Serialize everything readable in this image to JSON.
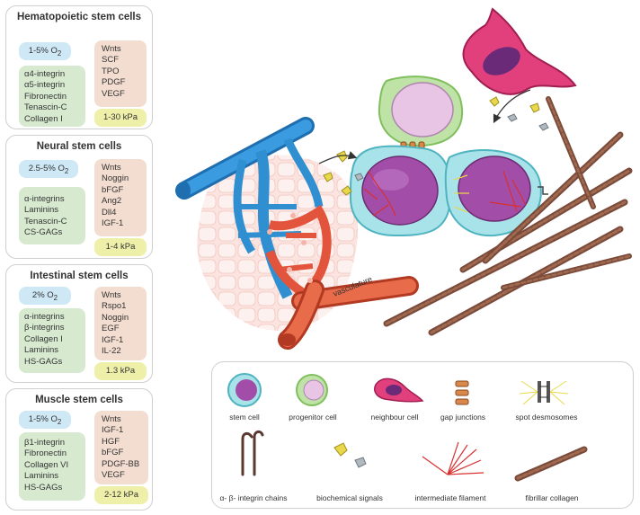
{
  "panels": [
    {
      "title": "Hematopoietic stem cells",
      "oxygen": "1-5% O",
      "ecm": [
        "α4-integrin",
        "α5-integrin",
        "Fibronectin",
        "Tenascin-C",
        "Collagen I"
      ],
      "signals": [
        "Wnts",
        "SCF",
        "TPO",
        "PDGF",
        "VEGF"
      ],
      "stiffness": "1-30 kPa"
    },
    {
      "title": "Neural stem cells",
      "oxygen": "2.5-5%  O",
      "ecm": [
        "α-integrins",
        "Laminins",
        "Tenascin-C",
        "CS-GAGs"
      ],
      "signals": [
        "Wnts",
        "Noggin",
        "bFGF",
        "Ang2",
        "Dll4",
        "IGF-1"
      ],
      "stiffness": "1-4 kPa"
    },
    {
      "title": "Intestinal stem cells",
      "oxygen": "2% O",
      "ecm": [
        "α-integrins",
        "β-integrins",
        "Collagen I",
        "Laminins",
        "HS-GAGs"
      ],
      "signals": [
        "Wnts",
        "Rspo1",
        "Noggin",
        "EGF",
        "IGF-1",
        "IL-22"
      ],
      "stiffness": "1.3 kPa"
    },
    {
      "title": "Muscle stem cells",
      "oxygen": "1-5% O",
      "ecm": [
        "β1-integrin",
        "Fibronectin",
        "Collagen VI",
        "Laminins",
        "HS-GAGs"
      ],
      "signals": [
        "Wnts",
        "IGF-1",
        "HGF",
        "bFGF",
        "PDGF-BB",
        "VEGF"
      ],
      "stiffness": "2-12 kPa"
    }
  ],
  "oxygen_subscript": "2",
  "diagram": {
    "vasculature_label": "vasculature"
  },
  "legend": {
    "items": [
      {
        "key": "stem",
        "label": "stem cell"
      },
      {
        "key": "progenitor",
        "label": "progenitor cell"
      },
      {
        "key": "neighbour",
        "label": "neighbour cell"
      },
      {
        "key": "gap",
        "label": "gap junctions"
      },
      {
        "key": "desmo",
        "label": "spot desmosomes"
      },
      {
        "key": "integrin",
        "label": "α- β- integrin chains"
      },
      {
        "key": "biochem",
        "label": "biochemical signals"
      },
      {
        "key": "filament",
        "label": "intermediate filament"
      },
      {
        "key": "collagen",
        "label": "fibrillar collagen"
      }
    ]
  },
  "colors": {
    "oxygen_box": "#cfe8f5",
    "ecm_box": "#d7ead0",
    "signal_box": "#f3ddd0",
    "stiffness_box": "#eef0a9",
    "vein_blue": "#2f8fd0",
    "artery_red": "#e2553c",
    "stem_teal": "#8fd8e0",
    "nucleus_purple": "#9a3aa0",
    "progenitor_green": "#b8e0a0",
    "neighbour_pink": "#e0407a",
    "signal_yellow": "#e8d84a",
    "collagen_brown": "#7a4a3a"
  }
}
